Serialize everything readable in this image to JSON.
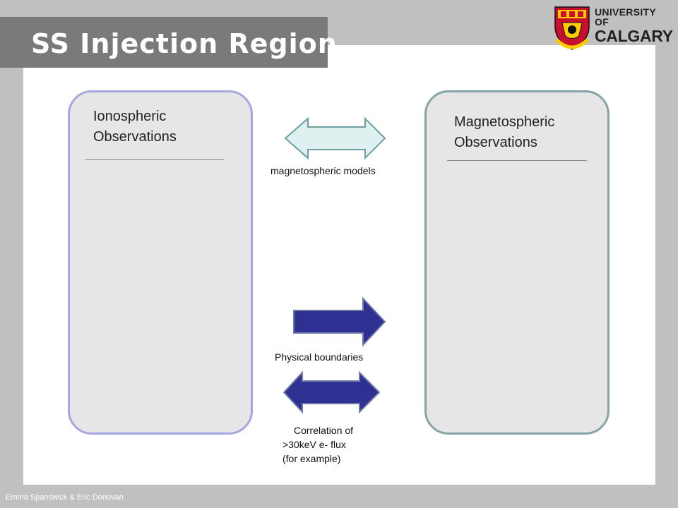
{
  "slide": {
    "title": "SS Injection Region",
    "footer": "Emma Spanswick & Eric Donovan"
  },
  "logo": {
    "line1": "UNIVERSITY OF",
    "line2": "CALGARY",
    "colors": {
      "red": "#c8102e",
      "gold": "#ffcd00",
      "black": "#111111"
    }
  },
  "panels": {
    "left": {
      "title_line1": "Ionospheric",
      "title_line2": "Observations"
    },
    "right": {
      "title_line1": "Magnetospheric",
      "title_line2": "Observations"
    }
  },
  "connectors": {
    "models": {
      "label": "magnetospheric models",
      "direction": "both",
      "fill": "#dff0f0"
    },
    "boundaries": {
      "label": "Physical boundaries",
      "direction": "right",
      "fill": "#2e3192"
    },
    "correlation": {
      "direction": "both",
      "fill": "#2e3192",
      "label_lines": [
        "Correlation of",
        ">30keV e- flux",
        "(for example)"
      ]
    }
  }
}
